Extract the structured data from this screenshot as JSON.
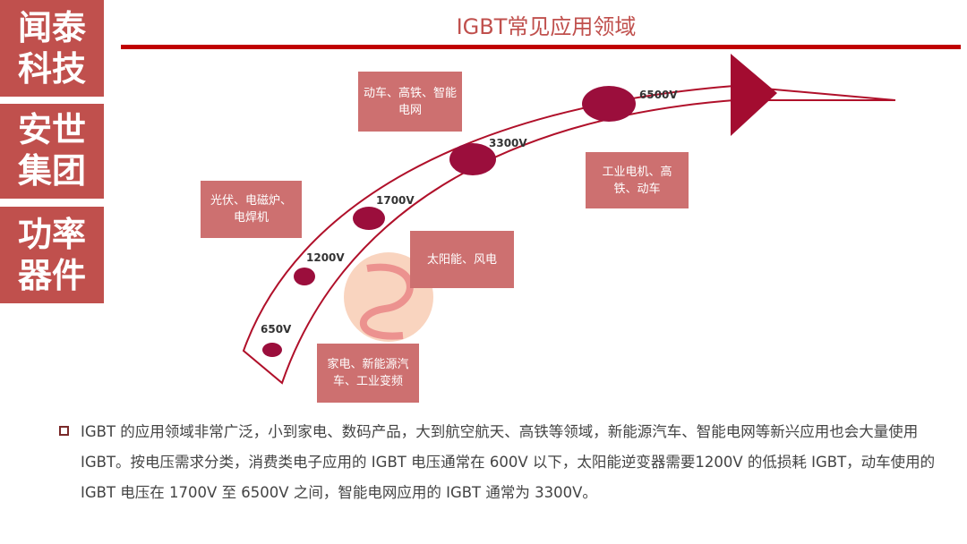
{
  "sidebar": [
    {
      "lines": [
        "闻泰",
        "科技"
      ]
    },
    {
      "lines": [
        "安世",
        "集团"
      ]
    },
    {
      "lines": [
        "功率",
        "器件"
      ]
    }
  ],
  "title": "IGBT常见应用领域",
  "voltages": [
    "650V",
    "1200V",
    "1700V",
    "3300V",
    "6500V"
  ],
  "applications": [
    {
      "text": "动车、高铁、智能电网"
    },
    {
      "text": "光伏、电磁炉、电焊机"
    },
    {
      "text": "太阳能、风电"
    },
    {
      "text": "家电、新能源汽车、工业变频"
    },
    {
      "text": "工业电机、高铁、动车"
    }
  ],
  "description": "IGBT 的应用领域非常广泛，小到家电、数码产品，大到航空航天、高铁等领域，新能源汽车、智能电网等新兴应用也会大量使用 IGBT。按电压需求分类，消费类电子应用的 IGBT 电压通常在 600V 以下，太阳能逆变器需要1200V 的低损耗 IGBT，动车使用的 IGBT 电压在 1700V 至 6500V 之间，智能电网应用的 IGBT 通常为 3300V。",
  "colors": {
    "accent": "#c0504d",
    "node": "#9b0e3c",
    "box": "#cd7070",
    "rule": "#c00000"
  }
}
